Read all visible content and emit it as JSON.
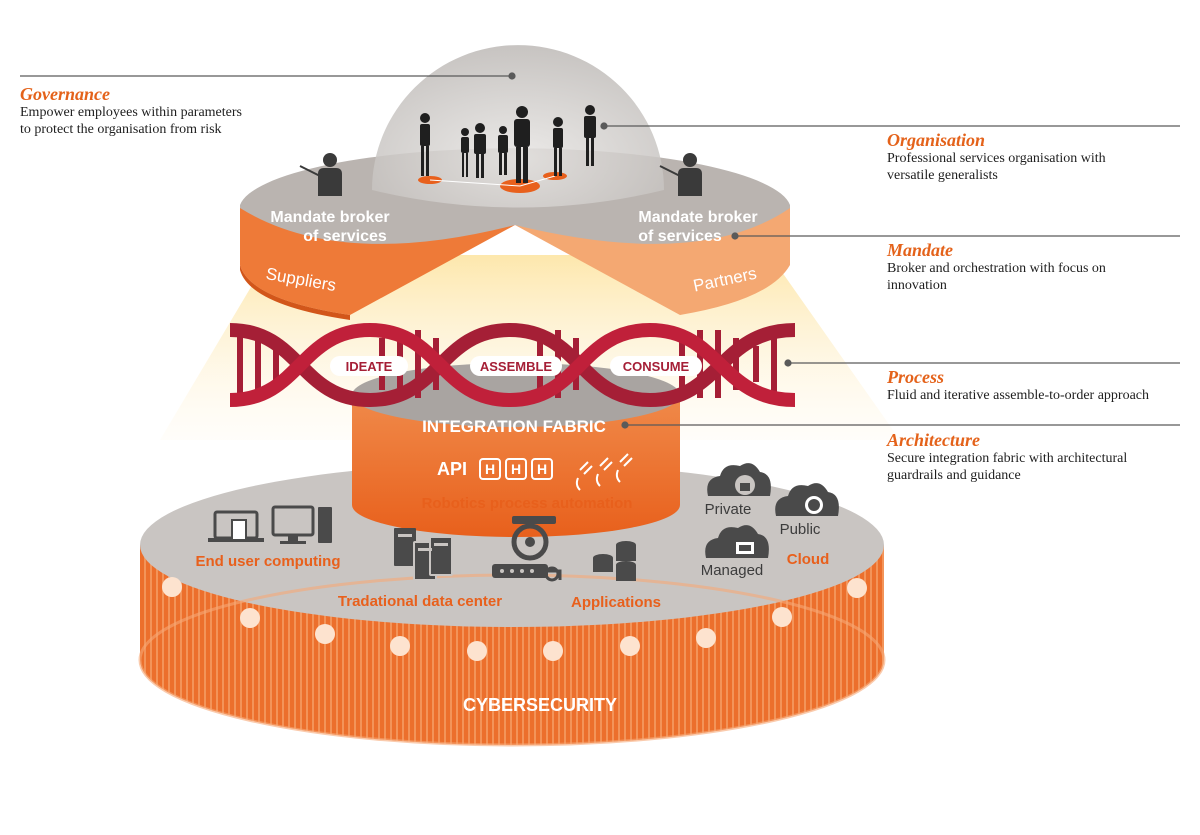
{
  "colors": {
    "orange": "#e8601c",
    "orange_light": "#f4a06a",
    "orange_pale": "#f6b88c",
    "gray_top": "#b7b1ae",
    "gray_disc": "#c7c3c0",
    "dna_red": "#a51f36",
    "dark": "#3c3c3c",
    "text_orange": "#e4621a"
  },
  "callouts": {
    "governance": {
      "title": "Governance",
      "desc1": "Empower employees within parameters",
      "desc2": "to protect the organisation from risk"
    },
    "organisation": {
      "title": "Organisation",
      "desc1": "Professional services organisation with",
      "desc2": "versatile generalists"
    },
    "mandate": {
      "title": "Mandate",
      "desc1": "Broker and orchestration with focus on",
      "desc2": "innovation"
    },
    "process": {
      "title": "Process",
      "desc1": "Fluid and iterative assemble-to-order approach"
    },
    "architecture": {
      "title": "Architecture",
      "desc1": "Secure integration fabric with architectural",
      "desc2": "guardrails and guidance"
    }
  },
  "top_tier": {
    "broker_left": {
      "line1": "Mandate broker",
      "line2": "of services"
    },
    "broker_right": {
      "line1": "Mandate broker",
      "line2": "of services"
    },
    "suppliers": "Suppliers",
    "partners": "Partners"
  },
  "process_band": {
    "ideate": "IDEATE",
    "assemble": "ASSEMBLE",
    "consume": "CONSUME"
  },
  "middle_tier": {
    "integration": "INTEGRATION FABRIC",
    "api": "API",
    "api_h": "H"
  },
  "bottom_tier": {
    "rpa": "Robotics process automation",
    "end_user": "End user computing",
    "datacenter": "Tradational data center",
    "applications": "Applications",
    "private": "Private",
    "public": "Public",
    "managed": "Managed",
    "cloud": "Cloud",
    "cybersecurity": "CYBERSECURITY"
  },
  "icons": {
    "people": "business-people-icon",
    "presenter": "presenter-icon",
    "plug": "plug-icon",
    "laptop": "laptop-tablet-phone-icon",
    "desktop": "desktop-computer-icon",
    "server": "server-icon",
    "robot": "robot-arm-icon",
    "database": "database-icon",
    "cloud_lock": "cloud-lock-icon",
    "cloud_globe": "cloud-globe-icon",
    "cloud_screen": "cloud-screen-icon"
  }
}
